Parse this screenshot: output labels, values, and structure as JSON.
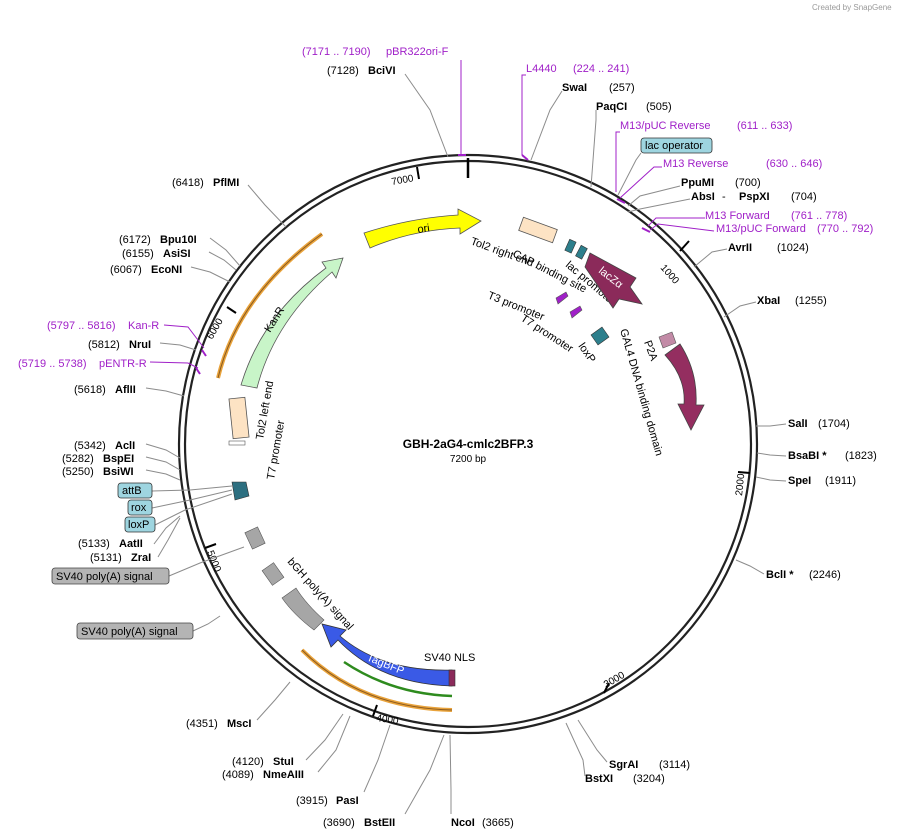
{
  "watermark": "Created by SnapGene",
  "plasmid": {
    "name": "GBH-2aG4-cmlc2BFP.3",
    "size_label": "7200 bp"
  },
  "ticks": [
    "1000",
    "2000",
    "3000",
    "4000",
    "5000",
    "6000",
    "7000"
  ],
  "primers": [
    {
      "range": "(7171 .. 7190)",
      "name": "pBR322ori-F"
    },
    {
      "range": "(224 .. 241)",
      "name": "L4440"
    },
    {
      "range": "(611 .. 633)",
      "name": "M13/pUC Reverse"
    },
    {
      "range": "(630 .. 646)",
      "name": "M13 Reverse"
    },
    {
      "range": "(761 .. 778)",
      "name": "M13 Forward"
    },
    {
      "range": "(770 .. 792)",
      "name": "M13/pUC Forward"
    },
    {
      "range": "(5797 .. 5816)",
      "name": "Kan-R"
    },
    {
      "range": "(5719 .. 5738)",
      "name": "pENTR-R"
    }
  ],
  "sites": [
    {
      "pos": "(7128)",
      "name": "BciVI"
    },
    {
      "pos": "(257)",
      "name": "SwaI"
    },
    {
      "pos": "(505)",
      "name": "PaqCI"
    },
    {
      "pos": "(700)",
      "name": "PpuMI"
    },
    {
      "pos": "(704)",
      "name": "AbsI",
      "name2": "PspXI"
    },
    {
      "pos": "(1024)",
      "name": "AvrII"
    },
    {
      "pos": "(1255)",
      "name": "XbaI"
    },
    {
      "pos": "(1704)",
      "name": "SalI"
    },
    {
      "pos": "(1823)",
      "name": "BsaBI *"
    },
    {
      "pos": "(1911)",
      "name": "SpeI"
    },
    {
      "pos": "(2246)",
      "name": "BclI *"
    },
    {
      "pos": "(3114)",
      "name": "SgrAI"
    },
    {
      "pos": "(3204)",
      "name": "BstXI"
    },
    {
      "pos": "(3665)",
      "name": "NcoI"
    },
    {
      "pos": "(3690)",
      "name": "BstEII"
    },
    {
      "pos": "(3915)",
      "name": "PasI"
    },
    {
      "pos": "(4089)",
      "name": "NmeAIII"
    },
    {
      "pos": "(4120)",
      "name": "StuI"
    },
    {
      "pos": "(4351)",
      "name": "MscI"
    },
    {
      "pos": "(5131)",
      "name": "ZraI"
    },
    {
      "pos": "(5133)",
      "name": "AatII"
    },
    {
      "pos": "(5250)",
      "name": "BsiWI"
    },
    {
      "pos": "(5282)",
      "name": "BspEI"
    },
    {
      "pos": "(5342)",
      "name": "AclI"
    },
    {
      "pos": "(5618)",
      "name": "AflII"
    },
    {
      "pos": "(5812)",
      "name": "NruI"
    },
    {
      "pos": "(6067)",
      "name": "EcoNI"
    },
    {
      "pos": "(6155)",
      "name": "AsiSI"
    },
    {
      "pos": "(6172)",
      "name": "Bpu10I"
    },
    {
      "pos": "(6418)",
      "name": "PflMI"
    }
  ],
  "boxed_features": {
    "lac_operator": "lac operator",
    "attB": "attB",
    "rox": "rox",
    "loxP": "loxP",
    "sv40_polya_1": "SV40 poly(A) signal",
    "sv40_polya_2": "SV40 poly(A) signal"
  },
  "features": {
    "ori": "ori",
    "lacZa": "lacZα",
    "kanR": "KanR",
    "tagBFP": "TagBFP",
    "tol2_right": "Tol2 right end",
    "cap": "CAP binding site",
    "lac_promoter": "lac promoter",
    "t3_promoter": "T3 promoter",
    "t7_promoter_1": "T7 promoter",
    "loxP_inner": "loxP",
    "p2a": "P2A",
    "gal4": "GAL4 DNA binding domain",
    "tol2_left": "Tol2 left end",
    "t7_promoter_2": "T7 promoter",
    "bgh": "bGH poly(A) signal",
    "sv40_nls": "SV40 NLS"
  },
  "colors": {
    "ori": "#ffff00",
    "lacZa": "#8b2a5a",
    "kanR": "#c8f5c8",
    "tagBFP": "#3a5ae6",
    "gal4": "#942e60",
    "primer": "#a020c8",
    "ring": "#222222",
    "promoter_box": "#9ed5e0",
    "polya_box": "#b4b4b4",
    "tol2": "#fde3c4",
    "orange_arc": "#e9a33b",
    "green_arc": "#2e8b1e"
  }
}
